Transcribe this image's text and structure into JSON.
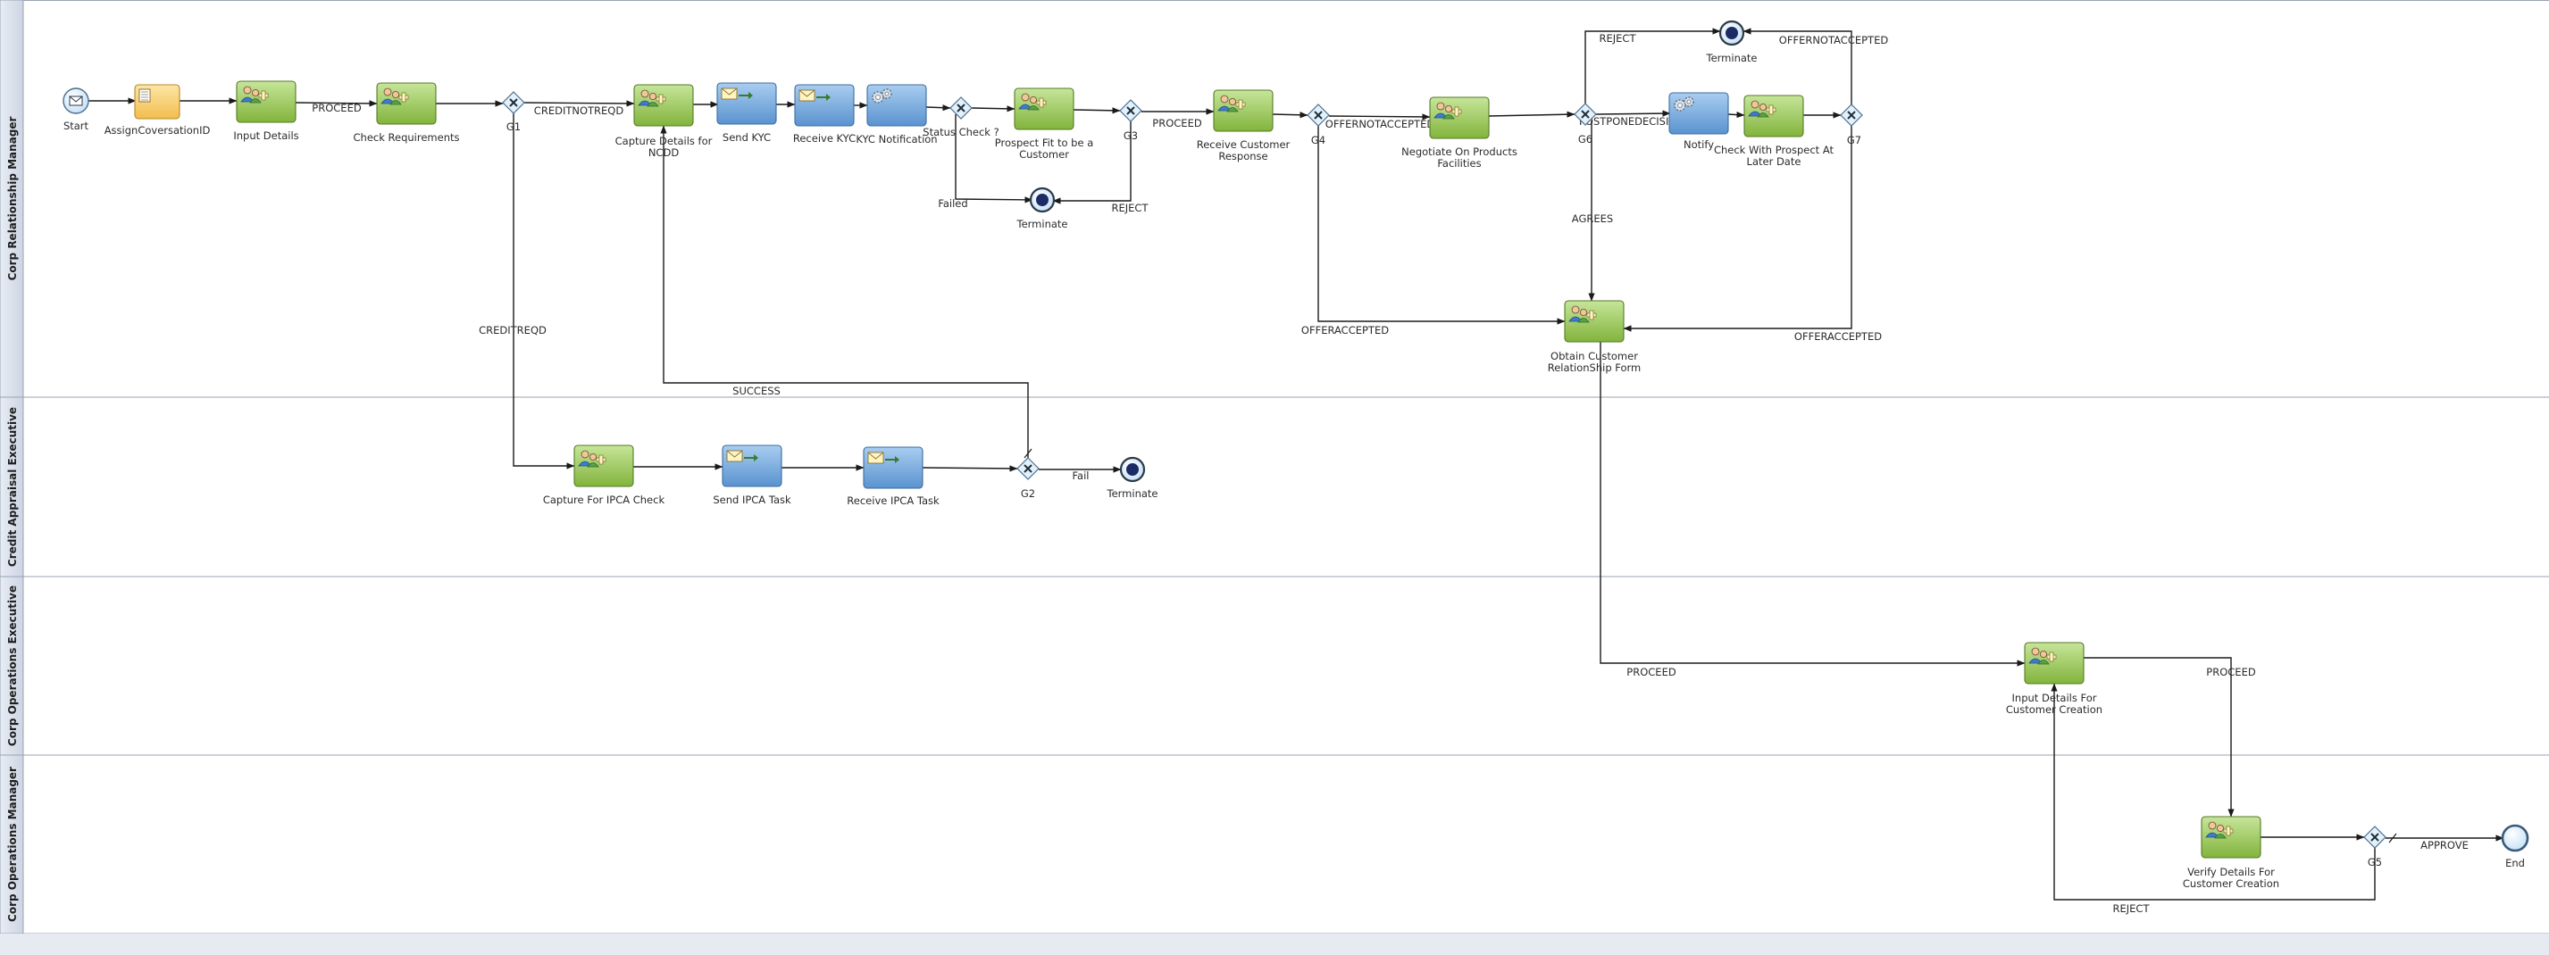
{
  "lanes": [
    {
      "id": "rm",
      "title": "Corp Relationship Manager"
    },
    {
      "id": "cae",
      "title": "Credit Appraisal Executive"
    },
    {
      "id": "coe",
      "title": "Corp Operations Executive"
    },
    {
      "id": "com",
      "title": "Corp Operations Manager"
    }
  ],
  "events": [
    {
      "id": "start",
      "kind": "start-message",
      "label": "Start"
    },
    {
      "id": "term_failed",
      "kind": "end-terminate",
      "label": "Terminate"
    },
    {
      "id": "term_top",
      "kind": "end-terminate",
      "label": "Terminate"
    },
    {
      "id": "term_cae",
      "kind": "end-terminate",
      "label": "Terminate"
    },
    {
      "id": "end",
      "kind": "end",
      "label": "End"
    }
  ],
  "tasks": [
    {
      "id": "assign",
      "kind": "script",
      "label": [
        "AssignCoversationID"
      ]
    },
    {
      "id": "input",
      "kind": "user",
      "label": [
        "Input Details"
      ]
    },
    {
      "id": "check",
      "kind": "user",
      "label": [
        "Check Requirements"
      ]
    },
    {
      "id": "ncdd",
      "kind": "user",
      "label": [
        "Capture Details for",
        "NCDD"
      ]
    },
    {
      "id": "sendkyc",
      "kind": "send",
      "label": [
        "Send KYC"
      ]
    },
    {
      "id": "recvkyc",
      "kind": "receive",
      "label": [
        "Receive KYC"
      ]
    },
    {
      "id": "kycnotif",
      "kind": "service",
      "label": [
        "KYC Notification"
      ]
    },
    {
      "id": "prospect",
      "kind": "user",
      "label": [
        "Prospect Fit to be a",
        "Customer"
      ]
    },
    {
      "id": "recvcust",
      "kind": "user",
      "label": [
        "Receive Customer",
        "Response"
      ]
    },
    {
      "id": "negotiate",
      "kind": "user",
      "label": [
        "Negotiate On Products",
        "Facilities"
      ]
    },
    {
      "id": "notify",
      "kind": "service",
      "label": [
        "Notify"
      ]
    },
    {
      "id": "checklater",
      "kind": "user",
      "label": [
        "Check With Prospect At",
        "Later Date"
      ]
    },
    {
      "id": "obtain",
      "kind": "user",
      "label": [
        "Obtain Customer",
        "RelationShip Form"
      ]
    },
    {
      "id": "ipca",
      "kind": "user",
      "label": [
        "Capture For IPCA Check"
      ]
    },
    {
      "id": "sendipca",
      "kind": "send",
      "label": [
        "Send IPCA Task"
      ]
    },
    {
      "id": "recvipca",
      "kind": "receive",
      "label": [
        "Receive IPCA Task"
      ]
    },
    {
      "id": "inputcreate",
      "kind": "user",
      "label": [
        "Input Details For",
        "Customer Creation"
      ]
    },
    {
      "id": "verify",
      "kind": "user",
      "label": [
        "Verify Details For",
        "Customer Creation"
      ]
    }
  ],
  "gateways": [
    {
      "id": "g1",
      "label": "G1"
    },
    {
      "id": "status",
      "label": "Status Check ?"
    },
    {
      "id": "g3",
      "label": "G3"
    },
    {
      "id": "g4",
      "label": "G4"
    },
    {
      "id": "g6",
      "label": "G6"
    },
    {
      "id": "g7",
      "label": "G7"
    },
    {
      "id": "g2",
      "label": "G2"
    },
    {
      "id": "g5",
      "label": "G5"
    }
  ],
  "flows": [
    {
      "id": "f_start_assign",
      "label": ""
    },
    {
      "id": "f_assign_input",
      "label": ""
    },
    {
      "id": "f_input_check",
      "label": "PROCEED"
    },
    {
      "id": "f_check_g1",
      "label": ""
    },
    {
      "id": "f_g1_ncdd",
      "label": "CREDITNOTREQD"
    },
    {
      "id": "f_g1_ipca",
      "label": "CREDITREQD"
    },
    {
      "id": "f_ncdd_sendkyc",
      "label": ""
    },
    {
      "id": "f_sendkyc_recvkyc",
      "label": ""
    },
    {
      "id": "f_recvkyc_notif",
      "label": ""
    },
    {
      "id": "f_notif_status",
      "label": ""
    },
    {
      "id": "f_status_prospect",
      "label": ""
    },
    {
      "id": "f_status_term",
      "label": "Failed"
    },
    {
      "id": "f_prospect_g3",
      "label": ""
    },
    {
      "id": "f_g3_term",
      "label": "REJECT"
    },
    {
      "id": "f_g3_recvcust",
      "label": "PROCEED"
    },
    {
      "id": "f_recvcust_g4",
      "label": ""
    },
    {
      "id": "f_g4_negotiate",
      "label": "OFFERNOTACCEPTED"
    },
    {
      "id": "f_g4_obtain",
      "label": "OFFERACCEPTED"
    },
    {
      "id": "f_negotiate_g6",
      "label": ""
    },
    {
      "id": "f_g6_term",
      "label": "REJECT"
    },
    {
      "id": "f_g6_notify",
      "label": "POSTPONEDECISION"
    },
    {
      "id": "f_g6_obtain",
      "label": "AGREES"
    },
    {
      "id": "f_notify_checklater",
      "label": ""
    },
    {
      "id": "f_checklater_g7",
      "label": ""
    },
    {
      "id": "f_g7_term",
      "label": "OFFERNOTACCEPTED"
    },
    {
      "id": "f_g7_obtain",
      "label": "OFFERACCEPTED"
    },
    {
      "id": "f_obtain_inputcreate",
      "label": "PROCEED"
    },
    {
      "id": "f_ipca_sendipca",
      "label": ""
    },
    {
      "id": "f_sendipca_recvipca",
      "label": ""
    },
    {
      "id": "f_recvipca_g2",
      "label": ""
    },
    {
      "id": "f_g2_term",
      "label": "Fail"
    },
    {
      "id": "f_g2_ncdd",
      "label": "SUCCESS"
    },
    {
      "id": "f_inputcreate_verify",
      "label": "PROCEED"
    },
    {
      "id": "f_verify_g5",
      "label": ""
    },
    {
      "id": "f_g5_end",
      "label": "APPROVE"
    },
    {
      "id": "f_g5_inputcreate",
      "label": "REJECT"
    }
  ],
  "colors": {
    "task_green": "#9ccc58",
    "task_blue": "#78aee0",
    "task_script": "#f8cd6a",
    "lane_header": "#d8dfec",
    "lane_border": "#9aa3b2",
    "gateway_fill": "#e3f1fb",
    "event_fill": "#dff0ff",
    "flow_line": "#1a1a1a"
  }
}
